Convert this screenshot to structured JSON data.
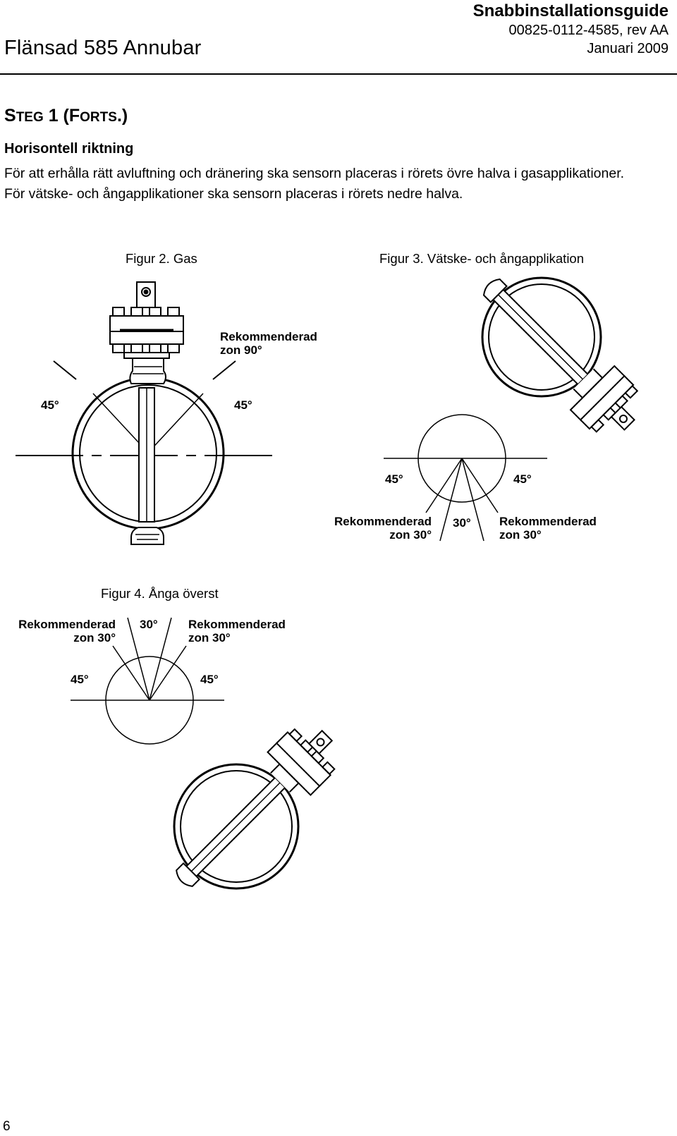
{
  "header": {
    "product": "Flänsad 585 Annubar",
    "doc_title": "Snabbinstallationsguide",
    "doc_number": "00825-0112-4585, rev AA",
    "date": "Januari 2009"
  },
  "step": {
    "s1": "S",
    "s2": "TEG",
    "s3": " 1 (",
    "s4": "F",
    "s5": "ORTS",
    "s6": ".)"
  },
  "section": {
    "heading": "Horisontell riktning",
    "body": "För att erhålla rätt avluftning och dränering ska sensorn placeras i rörets övre halva i gasapplikationer. För vätske- och ångapplikationer ska sensorn placeras i rörets nedre halva."
  },
  "figure2": {
    "caption": "Figur 2. Gas",
    "zone_line1": "Rekommenderad",
    "zone_line2": "zon 90°",
    "angle_left": "45°",
    "angle_right": "45°"
  },
  "figure3": {
    "caption": "Figur 3. Vätske- och ångapplikation",
    "angle_left": "45°",
    "angle_right": "45°",
    "angle_mid": "30°",
    "zone_left_line1": "Rekommenderad",
    "zone_left_line2": "zon 30°",
    "zone_right_line1": "Rekommenderad",
    "zone_right_line2": "zon 30°"
  },
  "figure4": {
    "caption": "Figur 4. Ånga överst",
    "zone_left_line1": "Rekommenderad",
    "zone_left_line2": "zon 30°",
    "angle_mid": "30°",
    "zone_right_line1": "Rekommenderad",
    "zone_right_line2": "zon 30°",
    "angle_left": "45°",
    "angle_right": "45°"
  },
  "page_number": "6"
}
